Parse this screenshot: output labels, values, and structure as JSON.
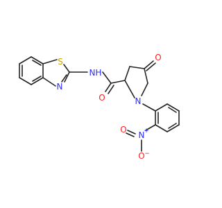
{
  "molecule": {
    "atoms": {
      "S": "S",
      "N_thiazole": "N",
      "N_amide": "N",
      "H_amide": "H",
      "O_amide": "O",
      "O_lactam": "O",
      "N_pyrrolidine": "N",
      "N_nitro": "N",
      "nitro_charge_plus": "+",
      "O_nitro_double": "O",
      "O_nitro_single": "O",
      "nitro_charge_minus": "−"
    },
    "colors": {
      "bond": "#222222",
      "carbon": "#222222",
      "nitrogen": "#2b2bff",
      "oxygen": "#ff2020",
      "sulfur": "#c8a000"
    }
  }
}
